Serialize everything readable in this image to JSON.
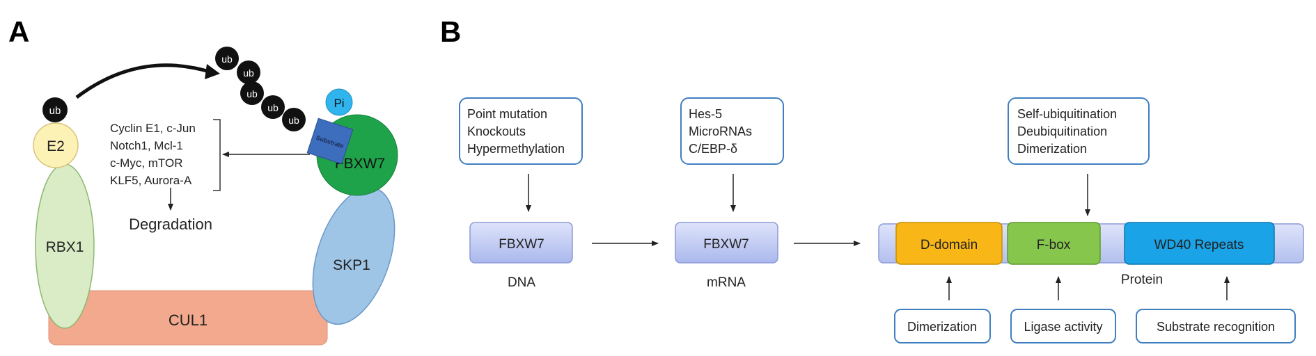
{
  "panel_a": {
    "letter": "A",
    "ub": "ub",
    "pi": "Pi",
    "substrate": "Substrate",
    "e2": "E2",
    "rbx1": "RBX1",
    "cul1": "CUL1",
    "skp1": "SKP1",
    "fbxw7": "FBXW7",
    "substrates": [
      "Cyclin E1, c-Jun",
      "Notch1, Mcl-1",
      "c-Myc, mTOR",
      "KLF5, Aurora-A"
    ],
    "degradation": "Degradation"
  },
  "panel_b": {
    "letter": "B",
    "dna_regulators": [
      "Point mutation",
      "Knockouts",
      "Hypermethylation"
    ],
    "mrna_regulators": [
      "Hes-5",
      "MicroRNAs",
      "C/EBP-δ"
    ],
    "protein_regulators": [
      "Self-ubiquitination",
      "Deubiquitination",
      "Dimerization"
    ],
    "gene_label": "FBXW7",
    "dna_caption": "DNA",
    "mrna_caption": "mRNA",
    "protein_caption": "Protein",
    "domains": [
      "D-domain",
      "F-box",
      "WD40 Repeats"
    ],
    "functions": [
      "Dimerization",
      "Ligase activity",
      "Substrate recognition"
    ]
  },
  "colors": {
    "e2_fill": "#fdf2b5",
    "rbx1_fill": "#d9ecc6",
    "cul1_fill": "#f3a98d",
    "skp1_fill": "#9ec4e6",
    "fbxw7_fill": "#1fa34a",
    "pi_fill": "#2fb4ee",
    "substrate_fill": "#3d6ebd",
    "ub_fill": "#111111",
    "box_stroke": "#3f7fc0",
    "gene_box_fill": "#c8d2f4",
    "d_domain_fill": "#f8b617",
    "f_box_fill": "#86c64d",
    "wd40_fill": "#1aa3e6"
  }
}
